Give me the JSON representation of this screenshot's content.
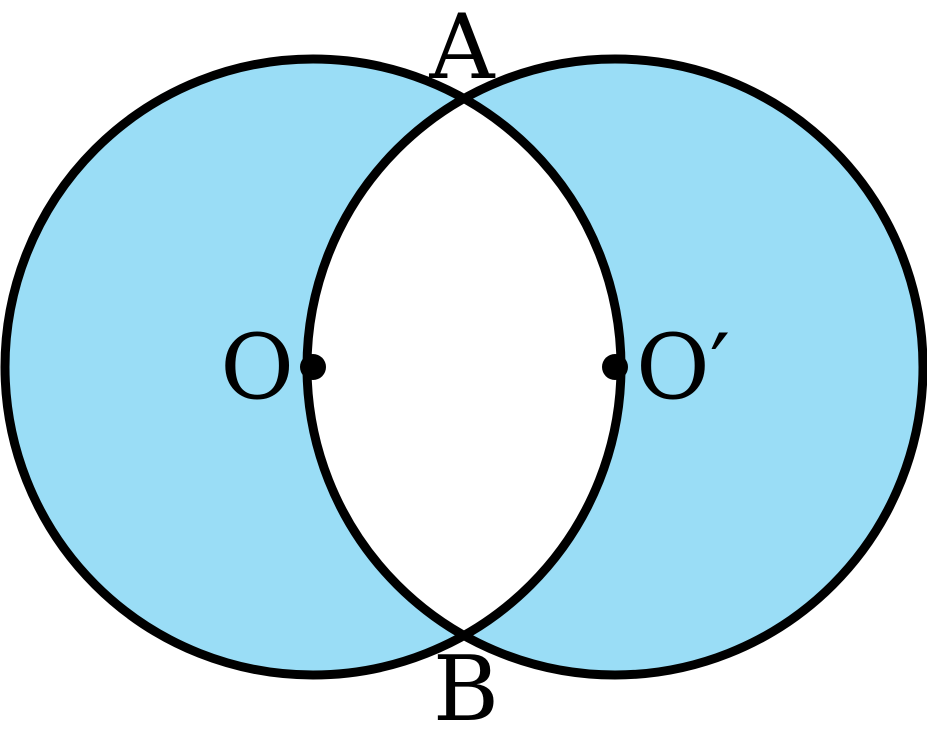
{
  "diagram": {
    "labels": {
      "A": "A",
      "B": "B",
      "O": "O",
      "O_prime": "O′"
    },
    "colors": {
      "shaded_region": "#9ADDF6",
      "lens_region": "#FFFFFF",
      "stroke": "#000000",
      "background": "#FFFFFF"
    }
  }
}
